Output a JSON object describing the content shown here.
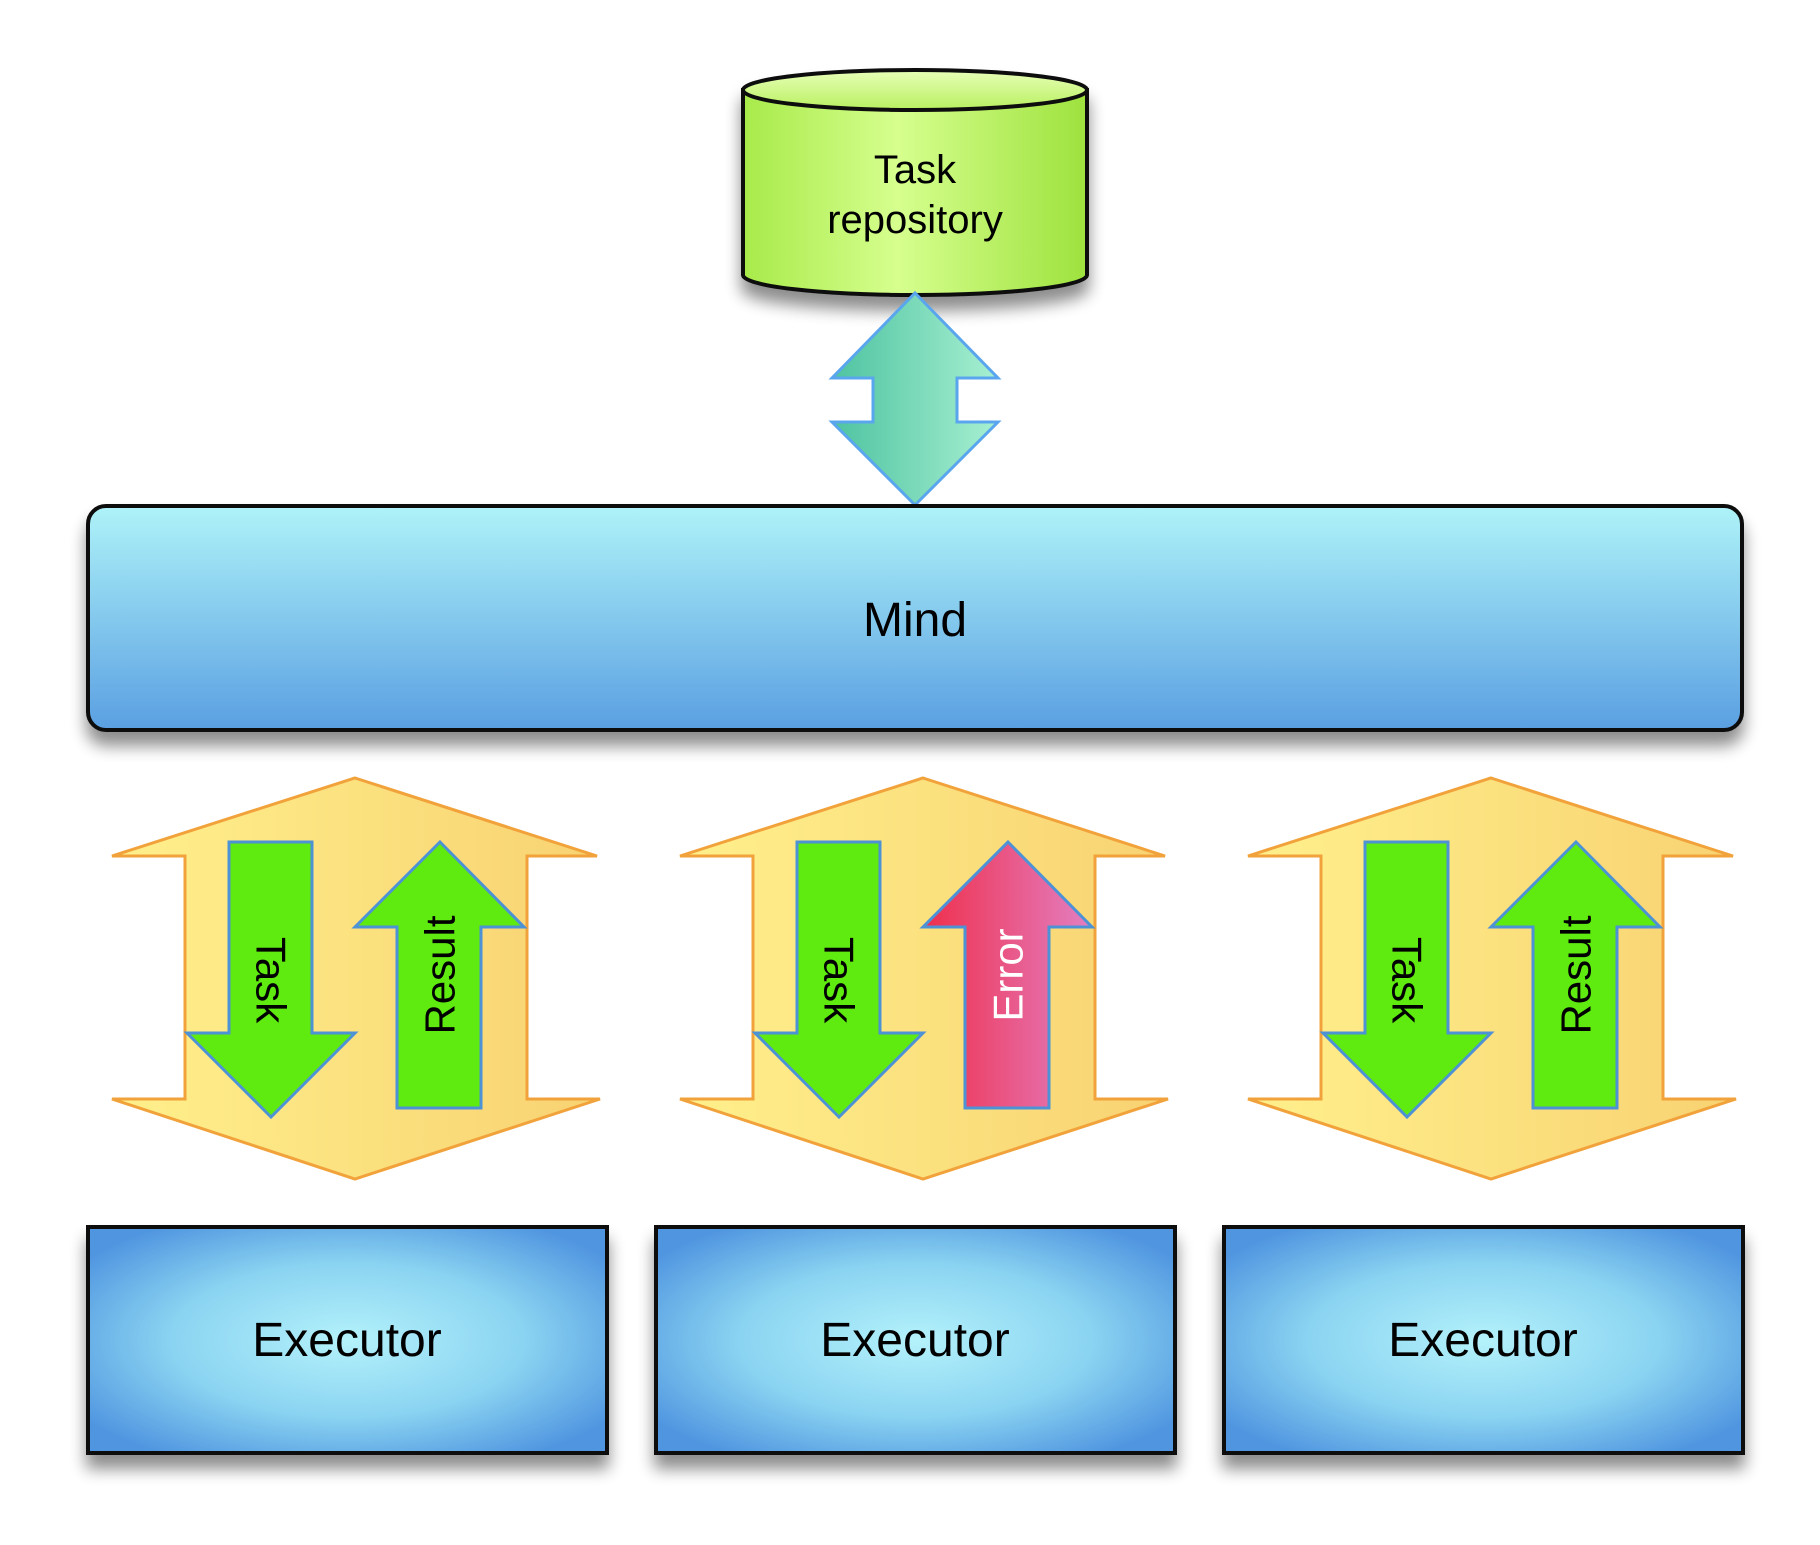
{
  "repository": {
    "line1": "Task",
    "line2": "repository"
  },
  "mind": {
    "label": "Mind"
  },
  "channels": [
    {
      "down_label": "Task",
      "up_label": "Result",
      "up_kind": "ok"
    },
    {
      "down_label": "Task",
      "up_label": "Error",
      "up_kind": "error"
    },
    {
      "down_label": "Task",
      "up_label": "Result",
      "up_kind": "ok"
    }
  ],
  "executors": [
    {
      "label": "Executor"
    },
    {
      "label": "Executor"
    },
    {
      "label": "Executor"
    }
  ],
  "colors": {
    "repo_fill": "#bdf56a",
    "mind_top": "#aef3f8",
    "mind_bottom": "#5a9fe2",
    "channel_fill": "#fbe27c",
    "channel_stroke": "#f2a23a",
    "task_arrow": "#5fea10",
    "error_arrow": "#ec3d5c"
  }
}
